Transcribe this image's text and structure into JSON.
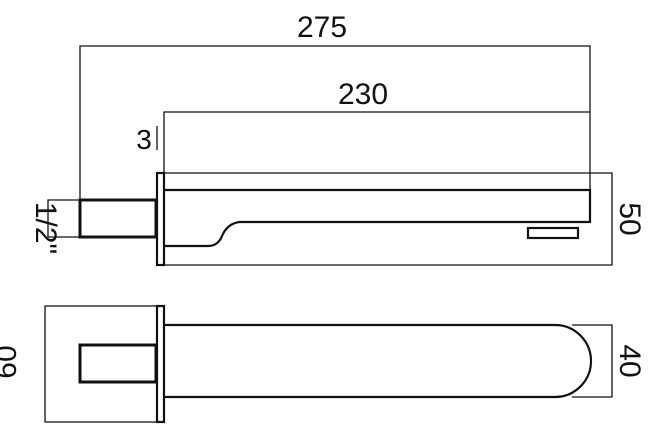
{
  "dimensions": {
    "overall_length": "275",
    "spout_length": "230",
    "plate_thickness": "3",
    "thread_size": "1/2\"",
    "plate_height": "50",
    "plate_width": "60",
    "spout_width": "40"
  },
  "colors": {
    "line": "#111111",
    "background": "#ffffff"
  }
}
